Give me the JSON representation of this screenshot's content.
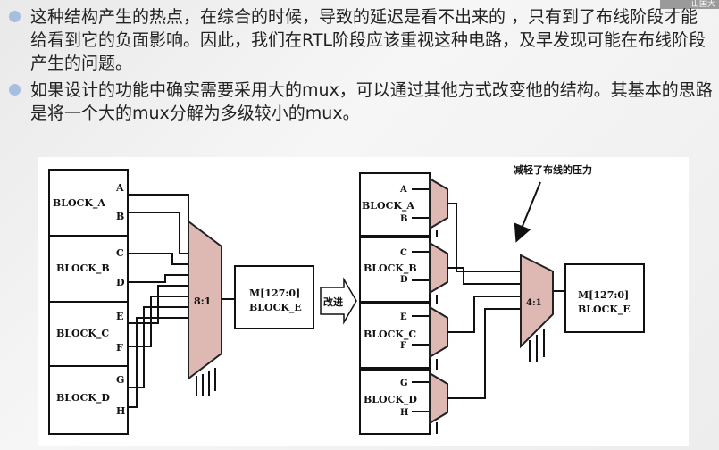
{
  "header_logo": "山国大",
  "bullets": [
    "这种结构产生的热点，在综合的时候，导致的延迟是看不出来的 ，只有到了布线阶段才能给看到它的负面影响。因此，我们在RTL阶段应该重视这种电路，及早发现可能在布线阶段产生的问题。",
    "如果设计的功能中确实需要采用大的mux，可以通过其他方式改变他的结构。其基本的思路是将一个大的mux分解为多级较小的mux。"
  ],
  "diagram": {
    "blocks": [
      {
        "name": "BLOCK_A",
        "ports": [
          "A",
          "B"
        ]
      },
      {
        "name": "BLOCK_B",
        "ports": [
          "C",
          "D"
        ]
      },
      {
        "name": "BLOCK_C",
        "ports": [
          "E",
          "F"
        ]
      },
      {
        "name": "BLOCK_D",
        "ports": [
          "G",
          "H"
        ]
      }
    ],
    "left_mux_label": "8:1",
    "right_mux_label": "4:1",
    "output_block_line1": "M[127:0]",
    "output_block_line2": "BLOCK_E",
    "arrow_label": "改进",
    "annotation": "减轻了布线的压力",
    "colors": {
      "mux_fill": "#deb8b2",
      "mux_stroke": "#222222"
    }
  }
}
